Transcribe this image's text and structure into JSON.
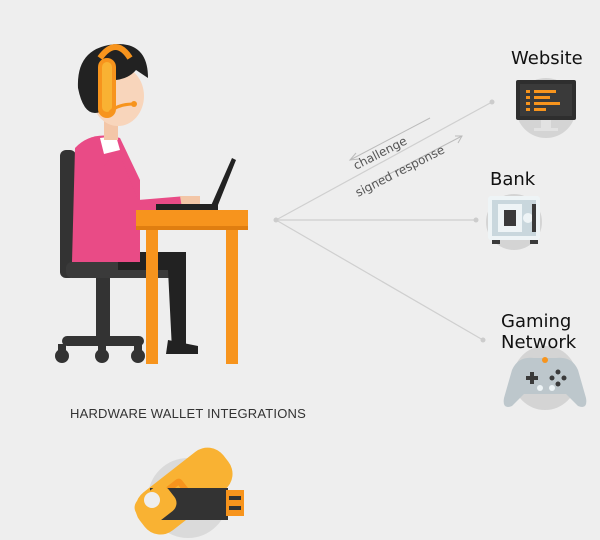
{
  "caption": "HARDWARE WALLET INTEGRATIONS",
  "targets": {
    "website": "Website",
    "bank": "Bank",
    "gaming_line1": "Gaming",
    "gaming_line2": "Network"
  },
  "edges": {
    "challenge": "challenge",
    "signed_response": "signed response"
  },
  "colors": {
    "background": "#eeeeee",
    "accent_orange": "#f7941d",
    "shirt_pink": "#e94b86",
    "hair": "#222222",
    "icon_circle": "#d4d4d4",
    "usb_yellow": "#f9b233",
    "controller": "#bdc7cc"
  },
  "icons": [
    "person-at-laptop-icon",
    "monitor-icon",
    "bank-vault-icon",
    "gamepad-icon",
    "usb-wallet-icon"
  ]
}
